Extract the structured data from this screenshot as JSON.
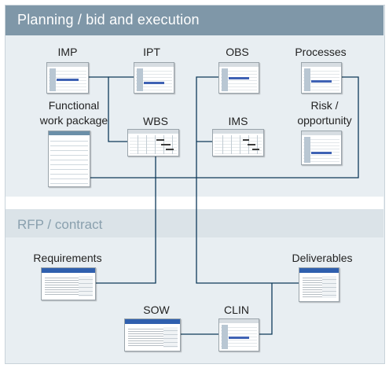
{
  "sections": {
    "planning_title": "Planning / bid and execution",
    "rfp_title": "RFP / contract"
  },
  "nodes": {
    "imp": "IMP",
    "ipt": "IPT",
    "obs": "OBS",
    "processes": "Processes",
    "functional_line1": "Functional",
    "functional_line2": "work package",
    "wbs": "WBS",
    "ims": "IMS",
    "risk_line1": "Risk /",
    "risk_line2": "opportunity",
    "requirements": "Requirements",
    "deliverables": "Deliverables",
    "sow": "SOW",
    "clin": "CLIN"
  },
  "colors": {
    "header_band": "#7f97a8",
    "rfp_band": "#dbe3e8",
    "panel_background": "#e8eef2",
    "connector": "#0e3a5a"
  },
  "icons": {
    "imp": "spreadsheet-screenshot",
    "ipt": "spreadsheet-screenshot",
    "obs": "spreadsheet-screenshot",
    "processes": "spreadsheet-screenshot",
    "functional_work_package": "form-screenshot",
    "wbs": "gantt-screenshot",
    "ims": "gantt-screenshot",
    "risk_opportunity": "spreadsheet-screenshot",
    "requirements": "document-screenshot",
    "deliverables": "document-screenshot",
    "sow": "document-screenshot",
    "clin": "spreadsheet-screenshot"
  }
}
